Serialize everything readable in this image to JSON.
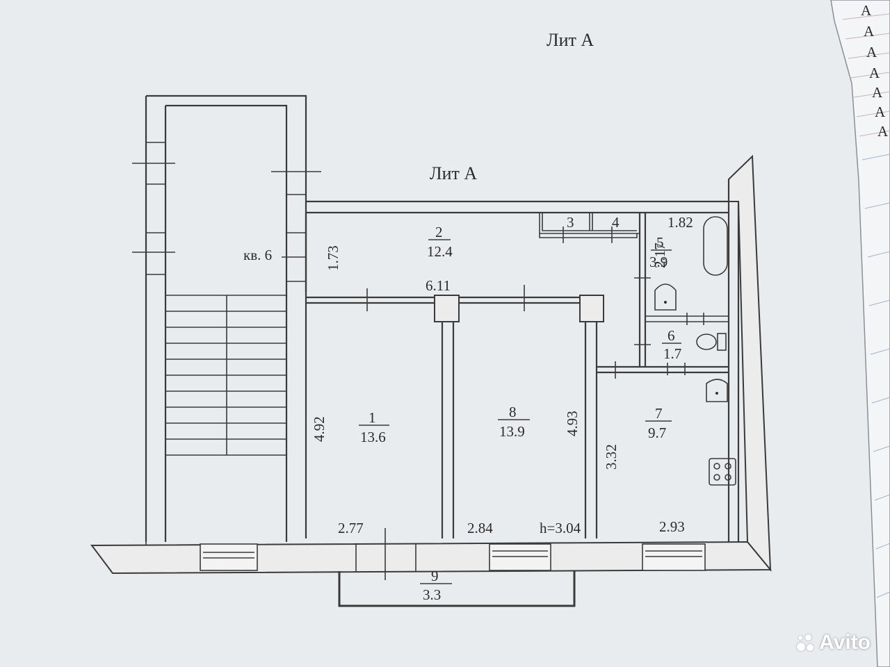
{
  "header": {
    "lit_top": "Лит А",
    "lit_mid": "Лит А"
  },
  "side_letters": [
    "А",
    "А",
    "А",
    "А",
    "А",
    "А",
    "А"
  ],
  "apartment_label": "кв. 6",
  "rooms": [
    {
      "id": "1",
      "area": "13.6"
    },
    {
      "id": "2",
      "area": "12.4"
    },
    {
      "id": "3"
    },
    {
      "id": "4"
    },
    {
      "id": "5",
      "area": "3.9"
    },
    {
      "id": "6",
      "area": "1.7"
    },
    {
      "id": "7",
      "area": "9.7"
    },
    {
      "id": "8",
      "area": "13.9"
    },
    {
      "id": "9",
      "area": "3.3"
    }
  ],
  "dimensions": {
    "corridor_height": "1.73",
    "corridor_length": "6.11",
    "bath_width": "1.82",
    "bath_height": "2.17",
    "room1_height": "4.92",
    "room8_height": "4.93",
    "kitchen_height": "3.32",
    "room1_width": "2.77",
    "room8_width": "2.84",
    "ceiling": "h=3.04",
    "kitchen_width": "2.93"
  },
  "watermark": "Avito"
}
